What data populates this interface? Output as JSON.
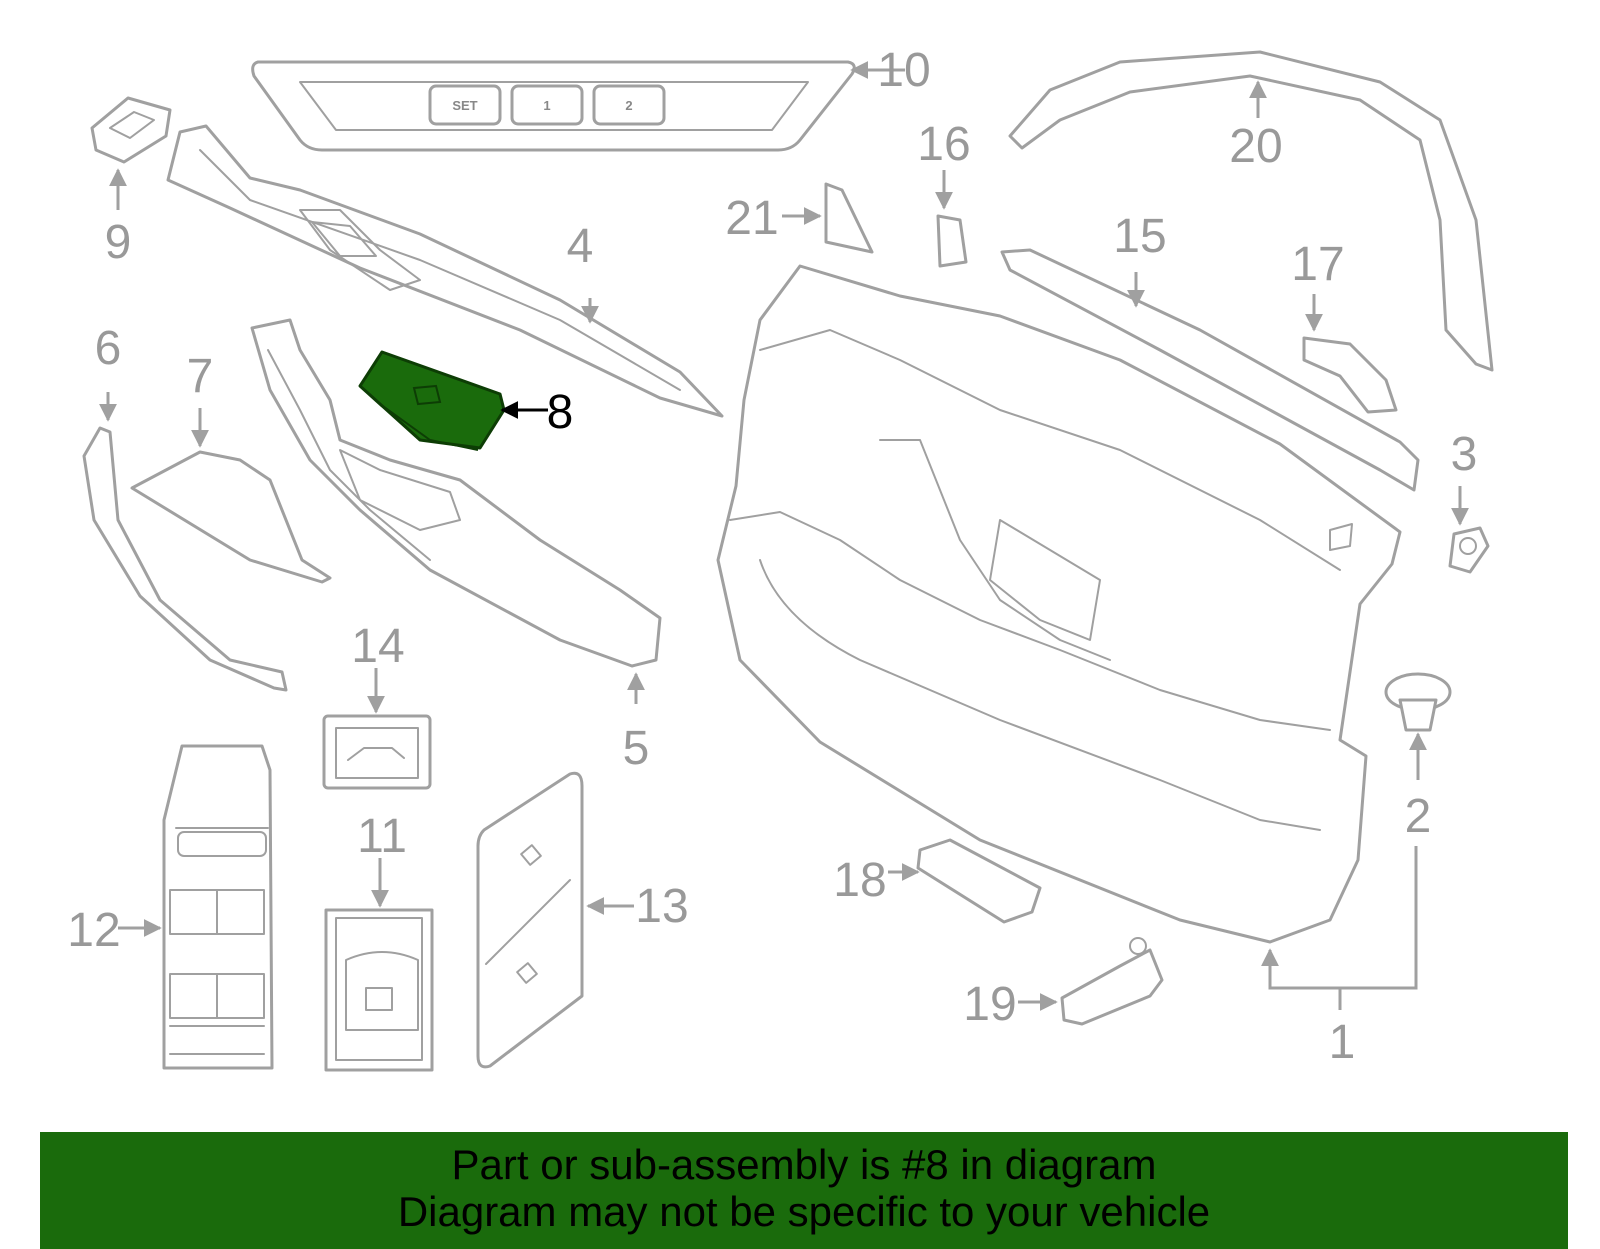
{
  "diagram": {
    "callouts": [
      "1",
      "2",
      "3",
      "4",
      "5",
      "6",
      "7",
      "8",
      "9",
      "10",
      "11",
      "12",
      "13",
      "14",
      "15",
      "16",
      "17",
      "18",
      "19",
      "20",
      "21"
    ],
    "highlighted_callout": "8",
    "memory_buttons": [
      "SET",
      "1",
      "2"
    ],
    "colors": {
      "line": "#a0a0a0",
      "highlight": "#1a6b0c",
      "banner": "#1a6b0c"
    }
  },
  "banner": {
    "line1": "Part or sub-assembly is #8 in diagram",
    "line2": "Diagram may not be specific to your vehicle"
  }
}
